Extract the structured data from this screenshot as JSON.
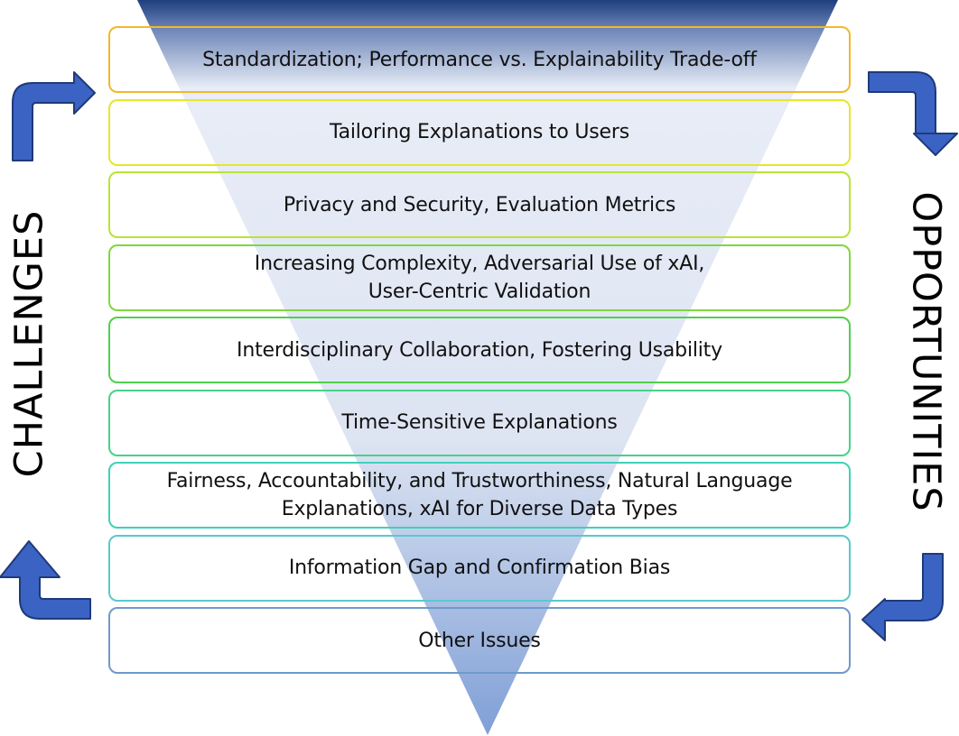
{
  "diagram": {
    "left_label": "CHALLENGES",
    "right_label": "OPPORTUNITIES",
    "bands": [
      {
        "text": "Standardization; Performance vs. Explainability Trade-off",
        "color": "#F2B829"
      },
      {
        "text": "Tailoring Explanations to Users",
        "color": "#E6E62E"
      },
      {
        "text": "Privacy and Security, Evaluation Metrics",
        "color": "#BBE336"
      },
      {
        "text": "Increasing Complexity, Adversarial Use of xAI,\nUser-Centric Validation",
        "color": "#7ED83D"
      },
      {
        "text": "Interdisciplinary Collaboration, Fostering Usability",
        "color": "#4FD04B"
      },
      {
        "text": "Time-Sensitive Explanations",
        "color": "#46D28A"
      },
      {
        "text": "Fairness, Accountability, and Trustworthiness, Natural Language\nExplanations, xAI for Diverse Data Types",
        "color": "#3FD1B9"
      },
      {
        "text": "Information Gap and Confirmation Bias",
        "color": "#58C9CF"
      },
      {
        "text": "Other Issues",
        "color": "#6E9ACB"
      }
    ],
    "funnel_colors": {
      "top": "#1E3F7D",
      "mid": "#E8EDF7",
      "bottom": "#7F9FD6"
    },
    "arrow_color": "#3A63C4",
    "arrow_outline": "#1F3A78"
  }
}
